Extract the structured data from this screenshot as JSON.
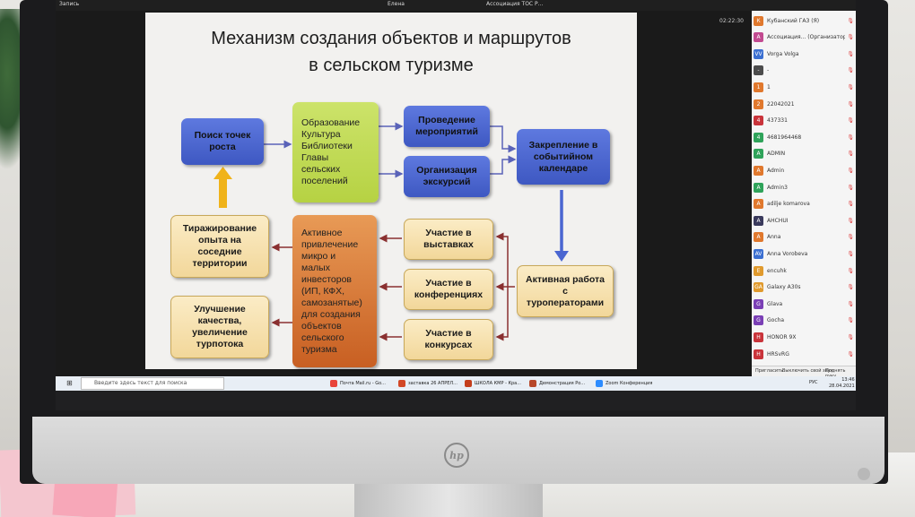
{
  "slide": {
    "title_line1": "Механизм создания объектов и маршрутов",
    "title_line2": "в сельском туризме",
    "boxes": {
      "poisk": "Поиск точек\nроста",
      "obrazovanie": "Образование\nКультура\nБиблиотеки\nГлавы\nсельских\nпоселений",
      "provedenie": "Проведение\nмероприятий",
      "organizaciya": "Организация\nэкскурсий",
      "zakreplenie": "Закрепление в\nсобытийном\nкалендаре",
      "tirazhirovanie": "Тиражирование\nопыта на\nсоседние\nтерритории",
      "aktivnoe": "Активное\nпривлечение\nмикро и\nмалых\nинвесторов\n(ИП, КФХ,\nсамозанятые)\nдля создания\nобъектов\nсельского\nтуризма",
      "vystavki": "Участие в\nвыставках",
      "konferencii": "Участие в\nконференциях",
      "konkursy": "Участие в\nконкурсах",
      "aktivnaya": "Активная работа\nс\nтуроператорами",
      "uluchshenie": "Улучшение\nкачества,\nувеличение\nтурпотока"
    },
    "colors": {
      "blue": "#4a66d1",
      "green": "#c2dc55",
      "beige": "#f8e4b0",
      "orange": "#d8783a",
      "arrow_blue": "#4a66d1",
      "arrow_yellow": "#f0b31a",
      "arrow_red": "#9b3a3a"
    }
  },
  "topbar": {
    "rec_label": "Запись",
    "tab1": "Елена",
    "tab2": "Ассоциация ТОС Р...",
    "timer": "02:22:30"
  },
  "participants": [
    {
      "initial": "К",
      "name": "Кубанский ГАЗ (Я)",
      "color": "#e0782d"
    },
    {
      "initial": "А",
      "name": "Ассоциация... (Организатор)",
      "color": "#c24a90"
    },
    {
      "initial": "VV",
      "name": "Vorga Volga",
      "color": "#3b6fd1"
    },
    {
      "initial": "-",
      "name": "-",
      "color": "#4c4c4c"
    },
    {
      "initial": "1",
      "name": "1",
      "color": "#e0782d"
    },
    {
      "initial": "2",
      "name": "22042021",
      "color": "#e0782d"
    },
    {
      "initial": "4",
      "name": "437331",
      "color": "#c9343b"
    },
    {
      "initial": "4",
      "name": "4681964468",
      "color": "#2fa35a"
    },
    {
      "initial": "A",
      "name": "ADMIN",
      "color": "#2fa35a"
    },
    {
      "initial": "A",
      "name": "Admin",
      "color": "#e0782d"
    },
    {
      "initial": "A",
      "name": "Admin3",
      "color": "#2fa35a"
    },
    {
      "initial": "A",
      "name": "adilje komarova",
      "color": "#e0782d"
    },
    {
      "initial": "A",
      "name": "AHCHUI",
      "color": "#3a3a5c"
    },
    {
      "initial": "A",
      "name": "Anna",
      "color": "#e0782d"
    },
    {
      "initial": "AV",
      "name": "Anna Vorobeva",
      "color": "#3b6fd1"
    },
    {
      "initial": "E",
      "name": "encuhk",
      "color": "#e09a2d"
    },
    {
      "initial": "GA",
      "name": "Galaxy A30s",
      "color": "#e09a2d"
    },
    {
      "initial": "G",
      "name": "Glava",
      "color": "#7a3fb5"
    },
    {
      "initial": "G",
      "name": "Gocha",
      "color": "#7a3fb5"
    },
    {
      "initial": "H",
      "name": "HONOR 9X",
      "color": "#c9343b"
    },
    {
      "initial": "H",
      "name": "HRSvRG",
      "color": "#c9343b"
    }
  ],
  "panel_footer": {
    "invite": "Пригласить",
    "mute_all": "Выключить свой звук",
    "raise_hand": "Поднять руку"
  },
  "taskbar": {
    "search_placeholder": "Введите здесь текст для поиска",
    "app1": "Почта Mail.ru - Go...",
    "app2": "заставка 26 АПРЕЛ...",
    "app3": "ШКОЛА КМР - Кра...",
    "app4": "Демонстрация Ро...",
    "app5": "Zoom Конференция",
    "time": "13:46",
    "date": "28.04.2021",
    "lang": "РУС"
  },
  "monitor": {
    "logo": "hp"
  }
}
